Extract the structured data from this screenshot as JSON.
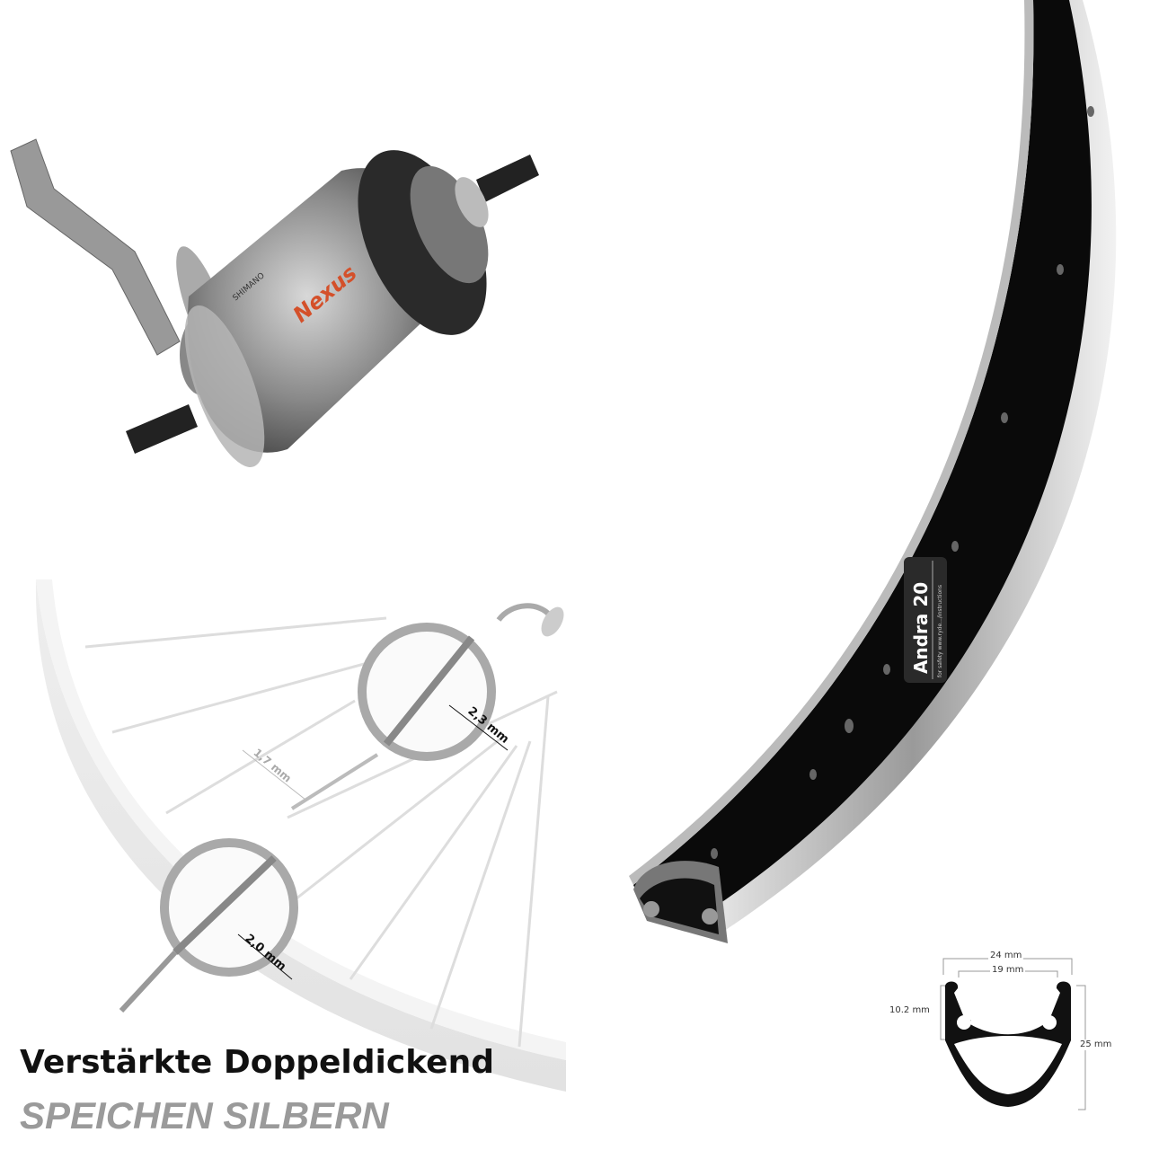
{
  "hub": {
    "brand": "SHIMANO",
    "model": "Nexus"
  },
  "rim": {
    "label": "Andra 20",
    "safety_text": "for safety www.ryde.../instructions",
    "color": "#0a0a0a"
  },
  "spokes": {
    "measure_top": "2,3 mm",
    "measure_middle": "1,7 mm",
    "measure_bottom": "2,0 mm"
  },
  "profile": {
    "outer_width": "24 mm",
    "inner_width": "19 mm",
    "side_height": "10.2 mm",
    "total_height": "25 mm"
  },
  "headline": "Verstärkte Doppeldickend",
  "subline": "SPEICHEN SILBERN"
}
